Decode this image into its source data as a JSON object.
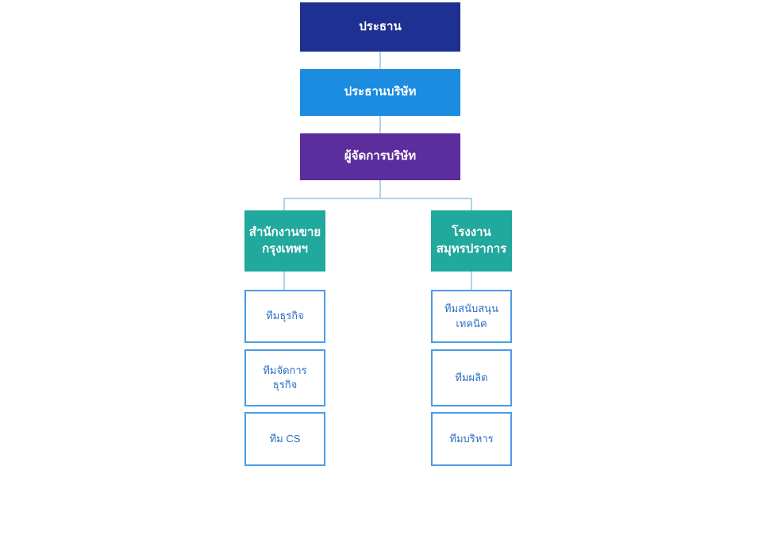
{
  "colors": {
    "level1_bg": "#1e3192",
    "level2_bg": "#1b8ce0",
    "level3_bg": "#5c2d9c",
    "branch_bg": "#20a99c",
    "leaf_border": "#4a9ce8",
    "leaf_text": "#2b6fc4",
    "connector": "#aed3e8",
    "node_text": "#ffffff"
  },
  "org_chart": {
    "type": "organization-chart",
    "levels": [
      {
        "id": "chairman",
        "label": "ประธาน"
      },
      {
        "id": "company-president",
        "label": "ประธานบริษัท"
      },
      {
        "id": "company-manager",
        "label": "ผู้จัดการบริษัท"
      }
    ],
    "branches": [
      {
        "id": "bangkok-sales-office",
        "label": "สำนักงานขาย\nกรุงเทพฯ",
        "teams": [
          "ทีมธุรกิจ",
          "ทีมจัดการ\nธุรกิจ",
          "ทีม CS"
        ]
      },
      {
        "id": "samut-prakan-factory",
        "label": "โรงงาน\nสมุทรปราการ",
        "teams": [
          "ทีมสนับสนุน\nเทคนิค",
          "ทีมผลิต",
          "ทีมบริหาร"
        ]
      }
    ]
  }
}
